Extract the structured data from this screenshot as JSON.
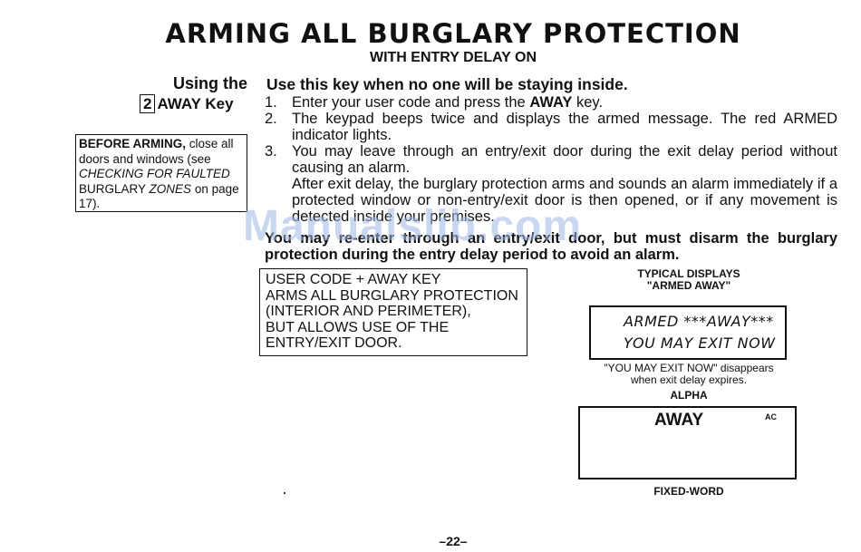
{
  "title": "ARMING ALL BURGLARY PROTECTION",
  "subtitle": "WITH ENTRY DELAY ON",
  "sidebar": {
    "using_the": "Using the",
    "key_number": "2",
    "key_label": "AWAY Key",
    "before_box": {
      "bold": "BEFORE ARMING,",
      "text1": " close all doors and windows (see ",
      "italic": "CHECKING FOR FAULTED",
      "text2": " BURGLARY ",
      "italic2": "ZONES",
      "text3": " on page 17)."
    }
  },
  "lead": "Use this key when no one will be staying inside.",
  "steps": [
    {
      "num": "1.",
      "text_pre": "Enter your user code and press the ",
      "bold": "AWAY",
      "text_post": " key."
    },
    {
      "num": "2.",
      "text": "The keypad beeps twice and displays the armed message. The red ARMED indicator lights."
    },
    {
      "num": "3.",
      "text": "You may leave through an entry/exit door during the exit delay period without causing an alarm."
    }
  ],
  "after_exit": "After exit delay, the burglary protection arms and sounds an alarm immediately if a protected window or non-entry/exit door is then opened, or if any movement is detected inside your premises.",
  "warning": "You may re-enter through an entry/exit door, but must disarm the burglary protection during the entry delay period to avoid an alarm.",
  "user_code_box": [
    "USER CODE + AWAY KEY",
    "ARMS ALL BURGLARY PROTECTION",
    "(INTERIOR AND PERIMETER),",
    "BUT ALLOWS USE OF THE",
    "ENTRY/EXIT DOOR."
  ],
  "typical": {
    "heading": "TYPICAL DISPLAYS",
    "subheading": "\"ARMED AWAY\"",
    "lcd_line1": "ARMED ***AWAY***",
    "lcd_line2": "YOU MAY EXIT NOW",
    "note": "\"YOU MAY EXIT NOW\" disappears when exit delay expires.",
    "alpha_label": "ALPHA",
    "fixed_word": "AWAY",
    "fixed_ac": "AC",
    "fixed_label": "FIXED-WORD"
  },
  "page_number": "–22–",
  "watermark": "Manualslib.com"
}
